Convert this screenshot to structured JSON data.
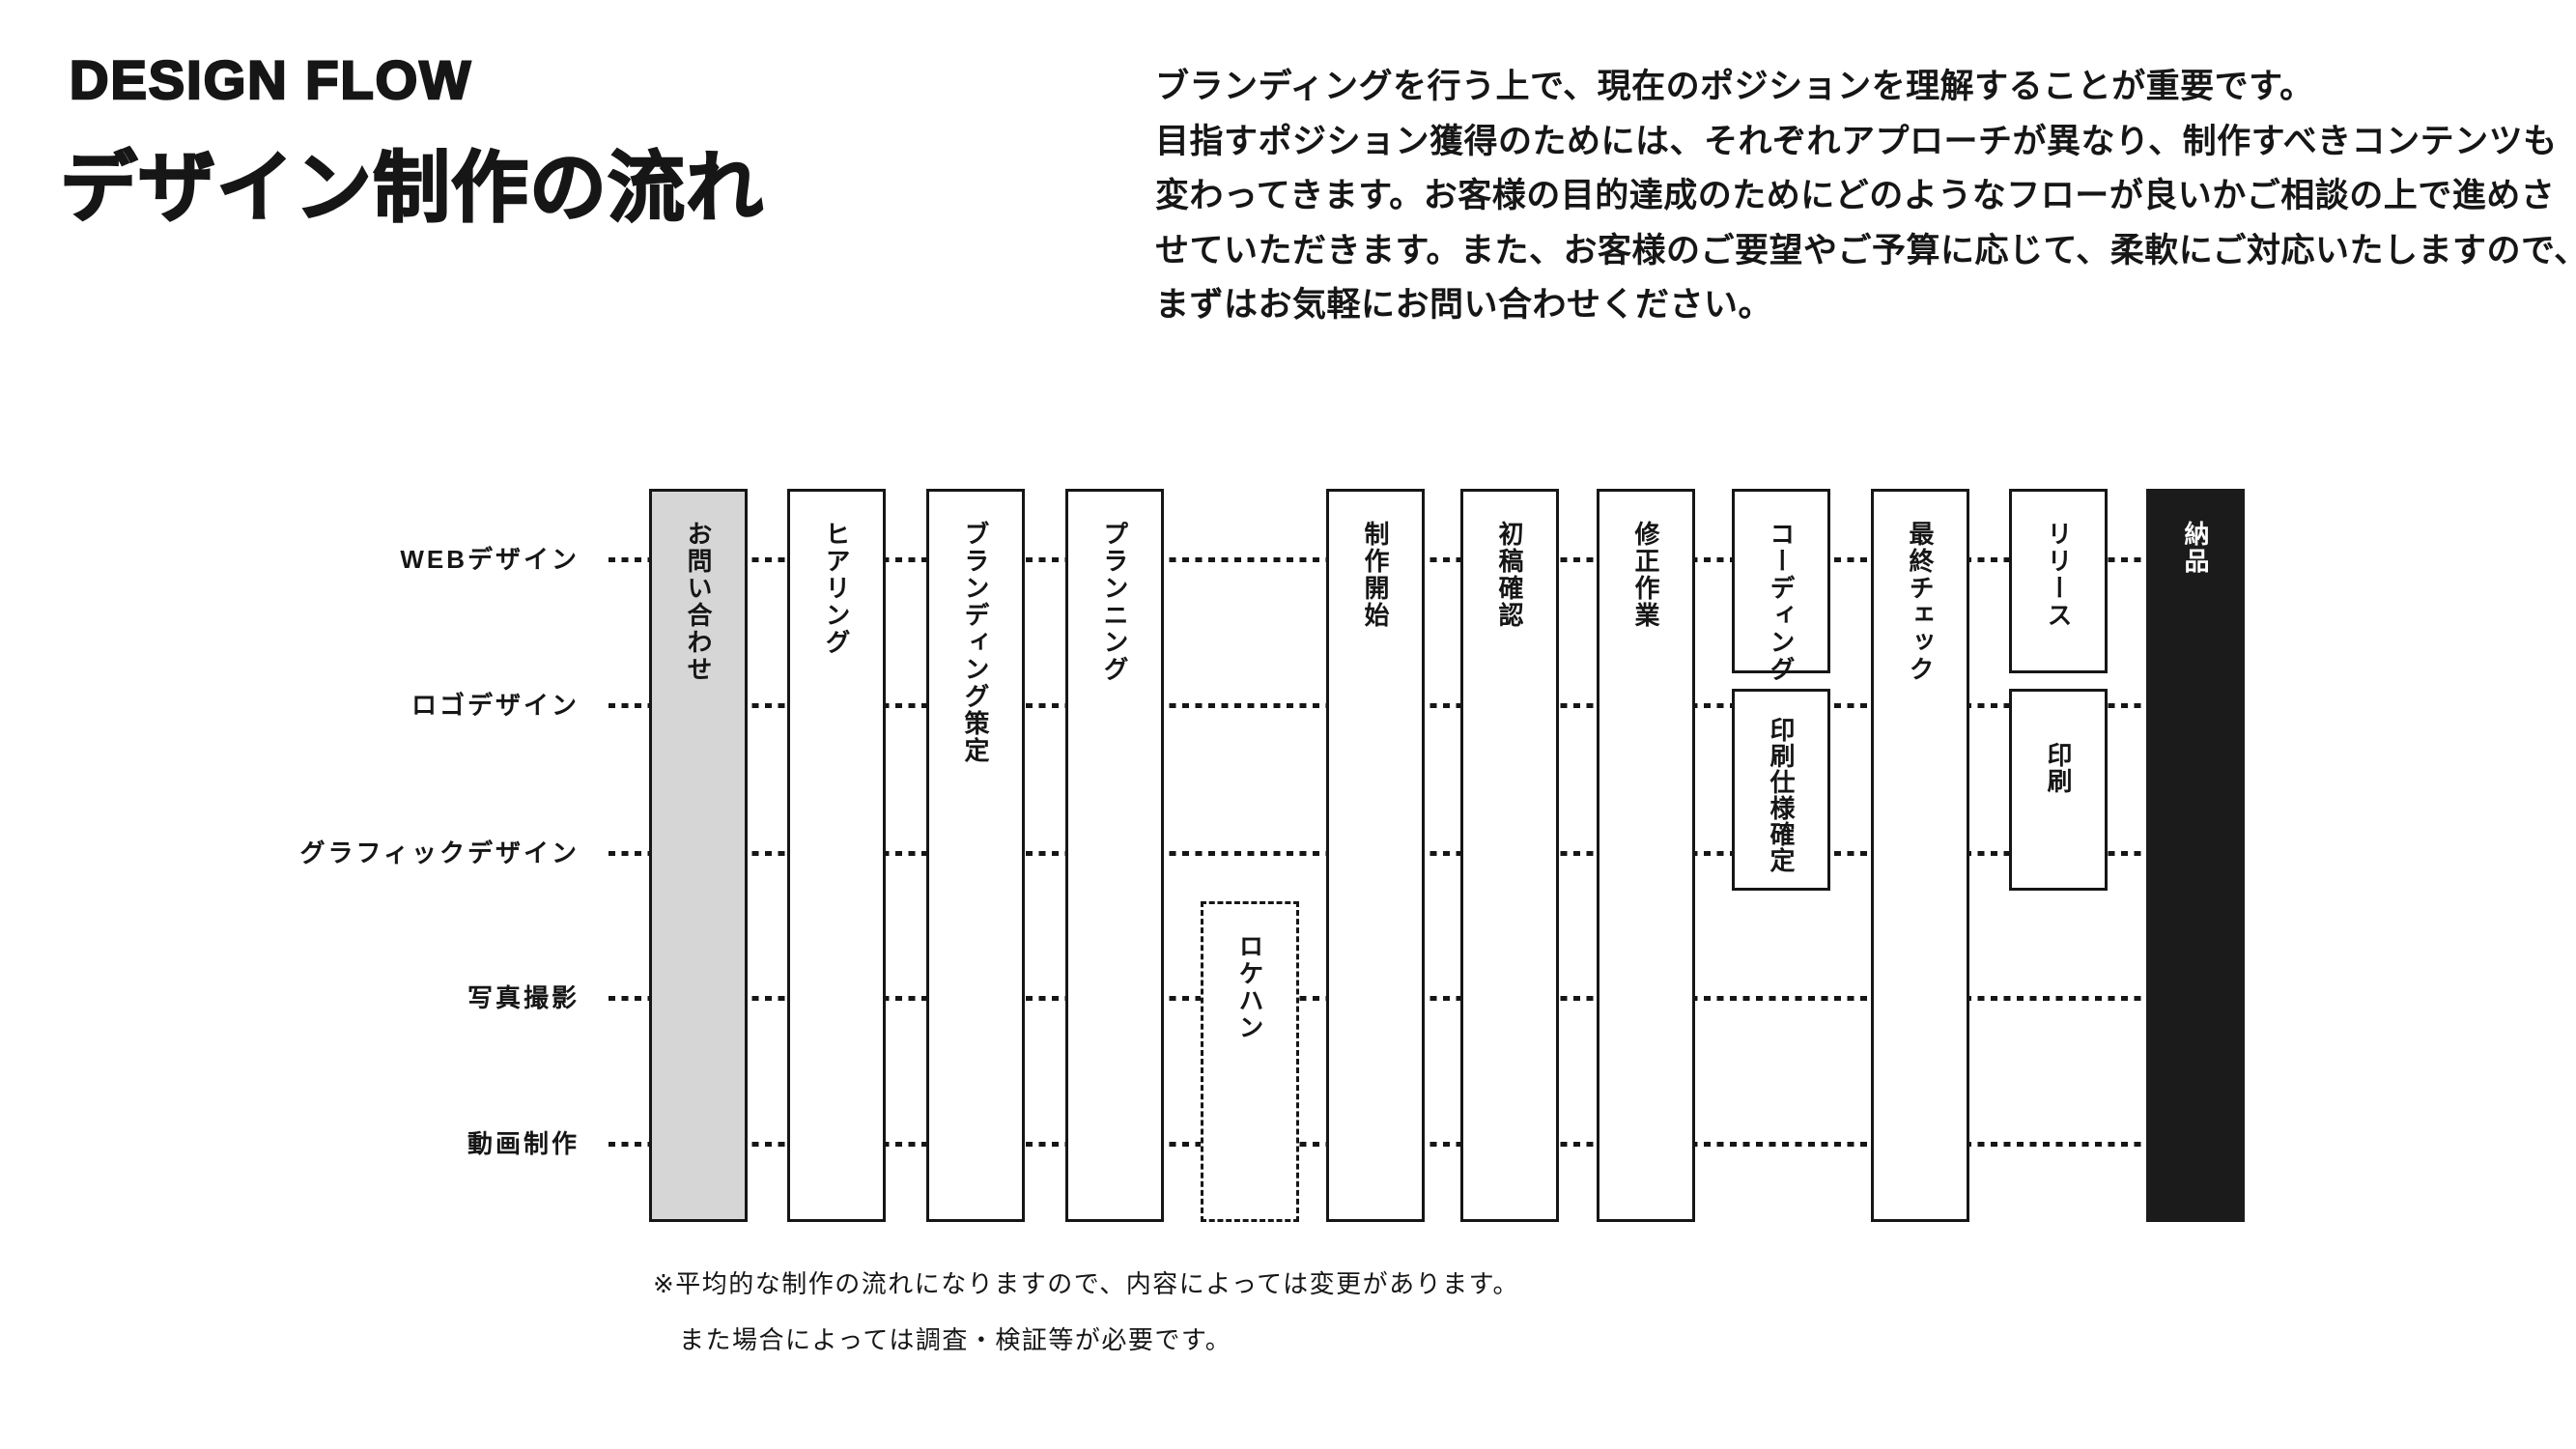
{
  "header": {
    "title_en": "DESIGN FLOW",
    "title_ja": "デザイン制作の流れ"
  },
  "intro": {
    "lines": [
      "ブランディングを行う上で、現在のポジションを理解することが重要です。",
      "目指すポジション獲得のためには、それぞれアプローチが異なり、制作すべきコンテンツも",
      "変わってきます。お客様の目的達成のためにどのようなフローが良いかご相談の上で進めさ",
      "せていただきます。また、お客様のご要望やご予算に応じて、柔軟にご対応いたしますので、",
      "まずはお気軽にお問い合わせください。"
    ]
  },
  "flow": {
    "row_labels": [
      "WEBデザイン",
      "ロゴデザイン",
      "グラフィックデザイン",
      "写真撮影",
      "動画制作"
    ],
    "steps": [
      {
        "label": "お問い合わせ",
        "col": 0,
        "band": "full",
        "variant": "gray"
      },
      {
        "label": "ヒアリング",
        "col": 1,
        "band": "full",
        "variant": "white"
      },
      {
        "label": "ブランディング策定",
        "col": 2,
        "band": "full",
        "variant": "white"
      },
      {
        "label": "プランニング",
        "col": 3,
        "band": "full",
        "variant": "white"
      },
      {
        "label": "ロケハン",
        "col": 4,
        "band": "lower",
        "variant": "dashed"
      },
      {
        "label": "制作開始",
        "col": 5,
        "band": "full",
        "variant": "white"
      },
      {
        "label": "初稿確認",
        "col": 6,
        "band": "full",
        "variant": "white"
      },
      {
        "label": "修正作業",
        "col": 7,
        "band": "full",
        "variant": "white"
      },
      {
        "label": "コーディング",
        "col": 8,
        "band": "top",
        "variant": "white"
      },
      {
        "label": "印刷仕様確定",
        "col": 8,
        "band": "middle",
        "variant": "white"
      },
      {
        "label": "最終チェック",
        "col": 9,
        "band": "full",
        "variant": "white"
      },
      {
        "label": "リリース",
        "col": 10,
        "band": "top",
        "variant": "white"
      },
      {
        "label": "印刷",
        "col": 10,
        "band": "middle",
        "variant": "white"
      },
      {
        "label": "納品",
        "col": 11,
        "band": "full",
        "variant": "black"
      }
    ]
  },
  "footnote": {
    "lines": [
      "※平均的な制作の流れになりますので、内容によっては変更があります。",
      "また場合によっては調査・検証等が必要です。"
    ]
  },
  "colors": {
    "ink": "#161616",
    "step_gray": "#d6d6d6",
    "step_black": "#1b1b1b",
    "background": "#ffffff"
  }
}
